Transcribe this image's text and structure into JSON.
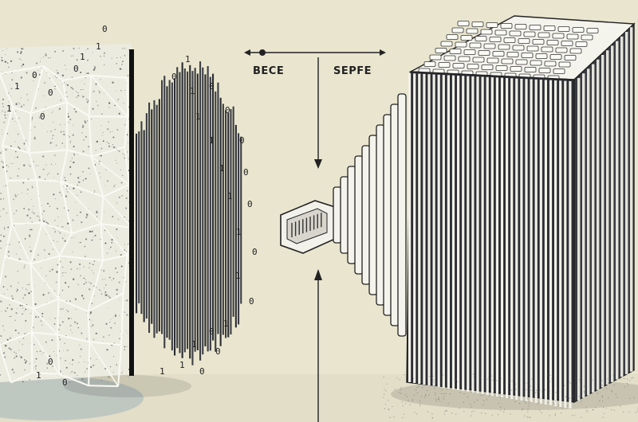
{
  "labels": {
    "left": "BECE",
    "right": "SEPFE"
  },
  "digits": [
    "0",
    "1"
  ],
  "colors": {
    "background": "#e9e5cf",
    "ink": "#1f2124",
    "paper": "#f7f6ee",
    "accent_blue": "#5b7f9c"
  }
}
